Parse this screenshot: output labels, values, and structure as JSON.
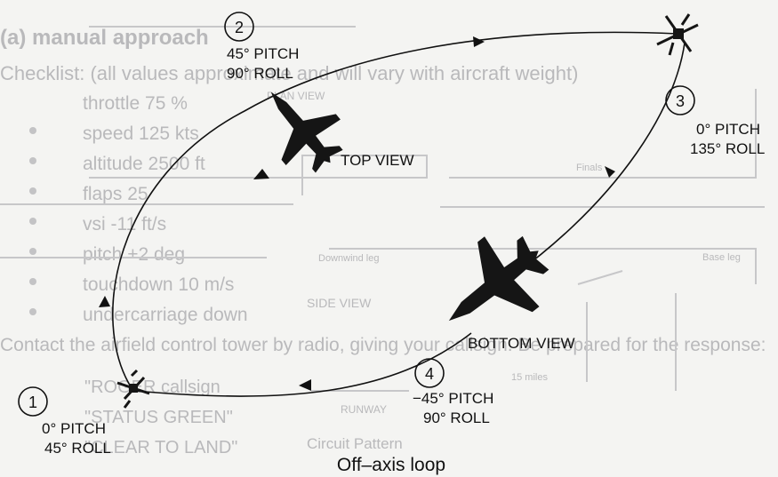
{
  "background_text": {
    "heading": "(a) manual approach",
    "checklist_intro": "Checklist: (all values approximate and will vary with aircraft weight)",
    "items": [
      "throttle 75 %",
      "speed 125 kts",
      "altitude 2500 ft",
      "flaps 25",
      "vsi -11 ft/s",
      "pitch +2 deg",
      "touchdown 10 m/s",
      "undercarriage down"
    ],
    "contact": "Contact the airfield control tower by radio, giving your callsign. Be prepared for the response:",
    "responses": [
      "\"ROGER callsign",
      "\"STATUS GREEN\"",
      "\"CLEAR TO LAND\""
    ],
    "plan_view": "PLAN VIEW",
    "side_view": "SIDE VIEW",
    "runway": "RUNWAY",
    "circuit_pattern": "Circuit Pattern",
    "downwind_leg": "Downwind leg",
    "base_leg": "Base leg",
    "finals": "Finals",
    "miles": "15 miles"
  },
  "title": "Off–axis loop",
  "view_labels": {
    "top": "TOP VIEW",
    "bottom": "BOTTOM VIEW"
  },
  "stations": [
    {
      "num": "1",
      "pitch": "0° PITCH",
      "roll": "45° ROLL"
    },
    {
      "num": "2",
      "pitch": "45° PITCH",
      "roll": "90° ROLL"
    },
    {
      "num": "3",
      "pitch": "0° PITCH",
      "roll": "135° ROLL"
    },
    {
      "num": "4",
      "pitch": "−45° PITCH",
      "roll": "90° ROLL"
    }
  ],
  "colors": {
    "ink": "#111111",
    "ghost": "#b9b9bb",
    "paper": "#f4f4f2"
  }
}
